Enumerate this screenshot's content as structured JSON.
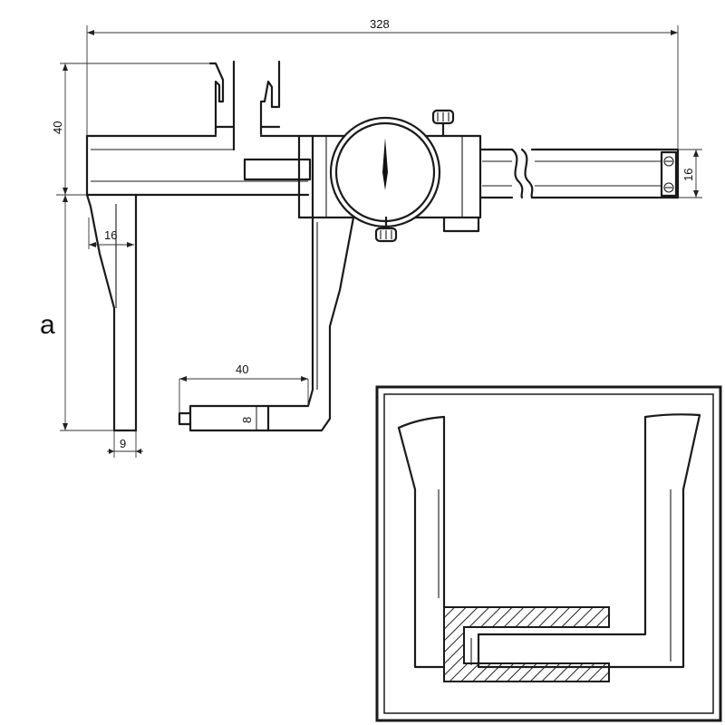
{
  "figure_label": "a",
  "dimensions": {
    "overall_length": "328",
    "jaw_height_top": "40",
    "beam_width": "16",
    "jaw_tip_width": "16",
    "hook_reach": "40",
    "hook_pin_width": "8",
    "jaw_bottom_width": "9"
  },
  "colors": {
    "line": "#1a1a1a",
    "background": "#ffffff",
    "hatch": "#222222"
  }
}
